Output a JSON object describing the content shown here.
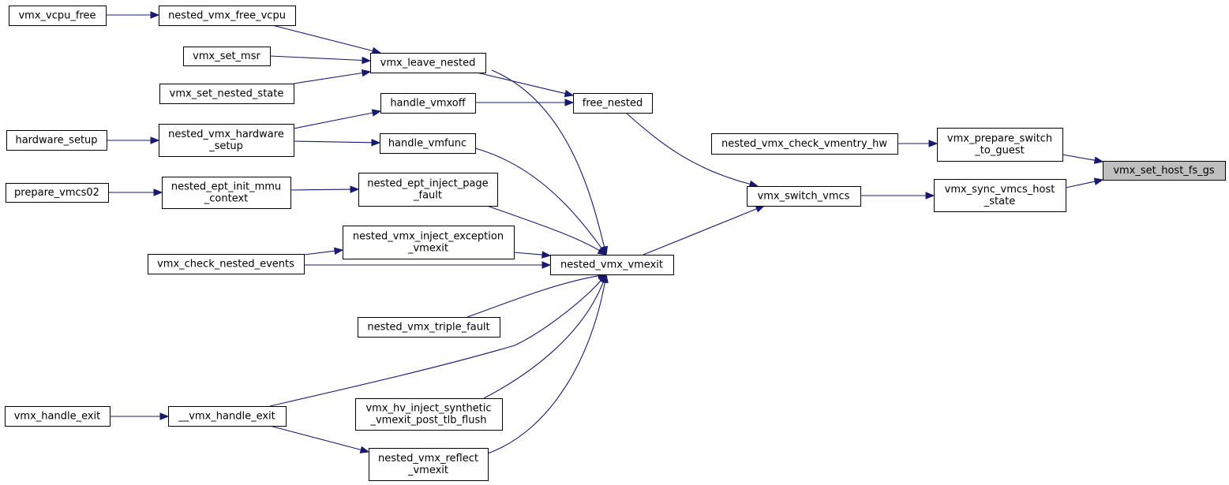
{
  "nodes": [
    {
      "id": "vmx_set_host_fs_gs",
      "lines": [
        "vmx_set_host_fs_gs"
      ],
      "root": true
    },
    {
      "id": "vmx_prepare_switch_to_guest",
      "lines": [
        "vmx_prepare_switch",
        "_to_guest"
      ]
    },
    {
      "id": "vmx_sync_vmcs_host_state",
      "lines": [
        "vmx_sync_vmcs_host",
        "_state"
      ]
    },
    {
      "id": "nested_vmx_check_vmentry_hw",
      "lines": [
        "nested_vmx_check_vmentry_hw"
      ]
    },
    {
      "id": "vmx_switch_vmcs",
      "lines": [
        "vmx_switch_vmcs"
      ]
    },
    {
      "id": "free_nested",
      "lines": [
        "free_nested"
      ]
    },
    {
      "id": "nested_vmx_vmexit",
      "lines": [
        "nested_vmx_vmexit"
      ]
    },
    {
      "id": "vmx_leave_nested",
      "lines": [
        "vmx_leave_nested"
      ]
    },
    {
      "id": "handle_vmxoff",
      "lines": [
        "handle_vmxoff"
      ]
    },
    {
      "id": "handle_vmfunc",
      "lines": [
        "handle_vmfunc"
      ]
    },
    {
      "id": "nested_ept_inject_page_fault",
      "lines": [
        "nested_ept_inject_page",
        "_fault"
      ]
    },
    {
      "id": "nested_vmx_inject_exception_vmexit",
      "lines": [
        "nested_vmx_inject_exception",
        "_vmexit"
      ]
    },
    {
      "id": "nested_vmx_triple_fault",
      "lines": [
        "nested_vmx_triple_fault"
      ]
    },
    {
      "id": "vmx_hv_inject_synthetic_vmexit_post_tlb_flush",
      "lines": [
        "vmx_hv_inject_synthetic",
        "_vmexit_post_tlb_flush"
      ]
    },
    {
      "id": "nested_vmx_reflect_vmexit",
      "lines": [
        "nested_vmx_reflect",
        "_vmexit"
      ]
    },
    {
      "id": "vmx_check_nested_events",
      "lines": [
        "vmx_check_nested_events"
      ]
    },
    {
      "id": "__vmx_handle_exit",
      "lines": [
        "__vmx_handle_exit"
      ]
    },
    {
      "id": "vmx_handle_exit",
      "lines": [
        "vmx_handle_exit"
      ]
    },
    {
      "id": "nested_vmx_free_vcpu",
      "lines": [
        "nested_vmx_free_vcpu"
      ]
    },
    {
      "id": "vmx_vcpu_free",
      "lines": [
        "vmx_vcpu_free"
      ]
    },
    {
      "id": "vmx_set_msr",
      "lines": [
        "vmx_set_msr"
      ]
    },
    {
      "id": "vmx_set_nested_state",
      "lines": [
        "vmx_set_nested_state"
      ]
    },
    {
      "id": "nested_vmx_hardware_setup",
      "lines": [
        "nested_vmx_hardware",
        "_setup"
      ]
    },
    {
      "id": "hardware_setup",
      "lines": [
        "hardware_setup"
      ]
    },
    {
      "id": "nested_ept_init_mmu_context",
      "lines": [
        "nested_ept_init_mmu",
        "_context"
      ]
    },
    {
      "id": "prepare_vmcs02",
      "lines": [
        "prepare_vmcs02"
      ]
    }
  ],
  "edges": [
    {
      "from": "vmx_prepare_switch_to_guest",
      "to": "vmx_set_host_fs_gs"
    },
    {
      "from": "vmx_sync_vmcs_host_state",
      "to": "vmx_set_host_fs_gs"
    },
    {
      "from": "nested_vmx_check_vmentry_hw",
      "to": "vmx_prepare_switch_to_guest"
    },
    {
      "from": "vmx_switch_vmcs",
      "to": "vmx_sync_vmcs_host_state"
    },
    {
      "from": "free_nested",
      "to": "vmx_switch_vmcs"
    },
    {
      "from": "nested_vmx_vmexit",
      "to": "vmx_switch_vmcs"
    },
    {
      "from": "vmx_leave_nested",
      "to": "free_nested"
    },
    {
      "from": "handle_vmxoff",
      "to": "free_nested"
    },
    {
      "from": "vmx_leave_nested",
      "to": "nested_vmx_vmexit"
    },
    {
      "from": "handle_vmfunc",
      "to": "nested_vmx_vmexit"
    },
    {
      "from": "nested_ept_inject_page_fault",
      "to": "nested_vmx_vmexit"
    },
    {
      "from": "nested_vmx_inject_exception_vmexit",
      "to": "nested_vmx_vmexit"
    },
    {
      "from": "vmx_check_nested_events",
      "to": "nested_vmx_vmexit"
    },
    {
      "from": "nested_vmx_triple_fault",
      "to": "nested_vmx_vmexit"
    },
    {
      "from": "__vmx_handle_exit",
      "to": "nested_vmx_vmexit"
    },
    {
      "from": "vmx_hv_inject_synthetic_vmexit_post_tlb_flush",
      "to": "nested_vmx_vmexit"
    },
    {
      "from": "nested_vmx_reflect_vmexit",
      "to": "nested_vmx_vmexit"
    },
    {
      "from": "nested_vmx_free_vcpu",
      "to": "vmx_leave_nested"
    },
    {
      "from": "vmx_set_msr",
      "to": "vmx_leave_nested"
    },
    {
      "from": "vmx_set_nested_state",
      "to": "vmx_leave_nested"
    },
    {
      "from": "vmx_vcpu_free",
      "to": "nested_vmx_free_vcpu"
    },
    {
      "from": "nested_vmx_hardware_setup",
      "to": "handle_vmxoff"
    },
    {
      "from": "nested_vmx_hardware_setup",
      "to": "handle_vmfunc"
    },
    {
      "from": "hardware_setup",
      "to": "nested_vmx_hardware_setup"
    },
    {
      "from": "nested_ept_init_mmu_context",
      "to": "nested_ept_inject_page_fault"
    },
    {
      "from": "prepare_vmcs02",
      "to": "nested_ept_init_mmu_context"
    },
    {
      "from": "vmx_check_nested_events",
      "to": "nested_vmx_inject_exception_vmexit"
    },
    {
      "from": "vmx_handle_exit",
      "to": "__vmx_handle_exit"
    },
    {
      "from": "__vmx_handle_exit",
      "to": "nested_vmx_reflect_vmexit"
    }
  ]
}
